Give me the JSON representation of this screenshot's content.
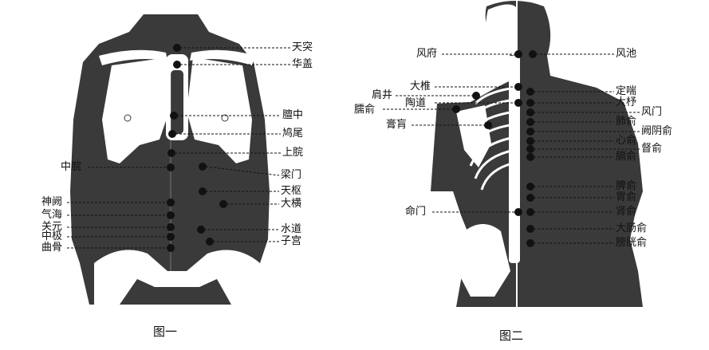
{
  "figure1": {
    "caption": "图一",
    "labels": {
      "tiantu": "天突",
      "huagai": "华盖",
      "danzhong": "膻中",
      "jiuwei": "鸠尾",
      "shangwan": "上脘",
      "zhongwan": "中脘",
      "liangmen": "梁门",
      "tianshu": "天枢",
      "daheng": "大横",
      "shenque": "神阙",
      "qihai": "气海",
      "guanyuan": "关元",
      "shuidao": "水道",
      "zhongji": "中极",
      "zigong": "子宫",
      "qugu": "曲骨"
    }
  },
  "figure2": {
    "caption": "图二",
    "labels": {
      "fengfu": "风府",
      "fengchi": "风池",
      "dazhui": "大椎",
      "jianjing": "肩井",
      "dingchuan": "定喘",
      "dazhu": "大杼",
      "taodao": "陶道",
      "naoshu": "臑俞",
      "fengmen": "风门",
      "feishu": "肺俞",
      "gaohuang": "膏肓",
      "jueyinshu": "阙阴俞",
      "xinshu": "心俞",
      "dushu": "督俞",
      "geshu": "膈俞",
      "pishu": "脾俞",
      "weishu": "胃俞",
      "mingmen": "命门",
      "shenshu": "肾俞",
      "dachangshu": "大肠俞",
      "pangguangshu": "膀胱俞"
    }
  }
}
